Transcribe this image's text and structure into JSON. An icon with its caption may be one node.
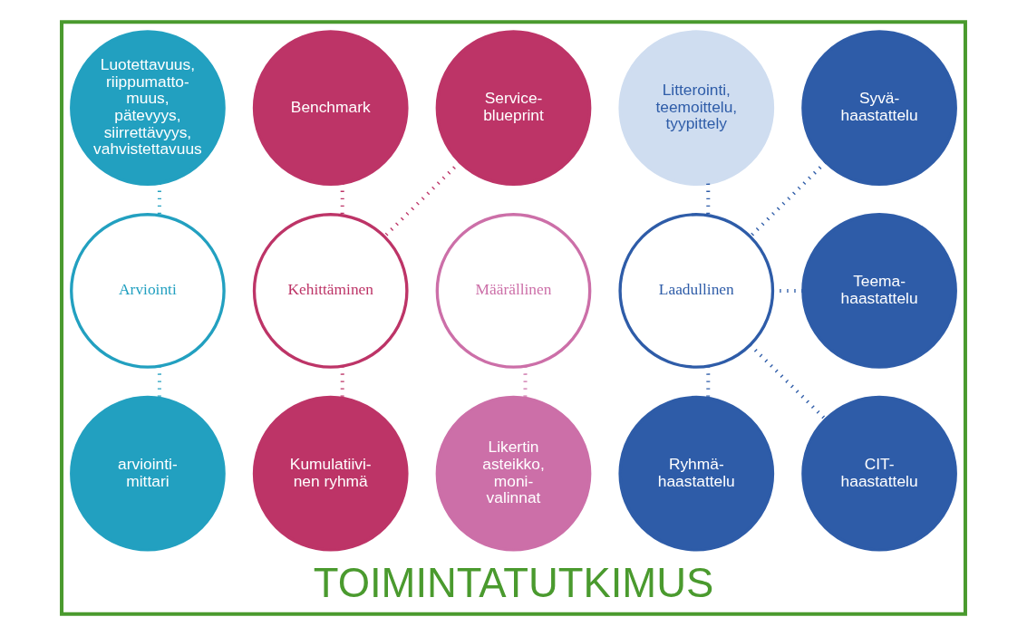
{
  "diagram": {
    "nodes": [
      {
        "text": [
          "TOIMINTATUTKIMUS"
        ]
      },
      {
        "text": [
          "Syvä- haastattelu"
        ],
        "in": 0
      },
      {
        "text": [
          "Litterointi, teemoittelu, tyypittely"
        ],
        "in": 0
      },
      {
        "text": [
          "Service- blueprint"
        ],
        "in": 0
      },
      {
        "text": [
          "Benchmark"
        ],
        "in": 0
      },
      {
        "text": [
          "Luotettavuus, riippumatto- muus, pätevyys, siirrettävyys, vahvistettavuus"
        ],
        "in": 0
      },
      {
        "text": [
          "Teema- haastattelu"
        ],
        "in": 0
      },
      {
        "text": [
          "Laadullinen"
        ],
        "in": 0
      },
      {
        "text": [
          "Määrällinen"
        ],
        "in": 0
      },
      {
        "text": [
          "Kehittäminen"
        ],
        "in": 0
      },
      {
        "text": [
          "Arviointi"
        ],
        "in": 0
      },
      {
        "text": [
          "CIT- haastattelu"
        ],
        "in": 0
      },
      {
        "text": [
          "Ryhmä- haastattelu"
        ],
        "in": 0
      },
      {
        "text": [
          "Likertin asteikko, moni- valinnat"
        ],
        "in": 0
      },
      {
        "text": [
          "Kumulatiivi- nen ryhmä"
        ],
        "in": 0
      },
      {
        "text": [
          "arviointi- mittari"
        ],
        "in": 0
      }
    ],
    "edges": [
      {
        "from": 1,
        "to": 7,
        "arrow": "none",
        "style": "dashed"
      },
      {
        "from": 2,
        "to": 7,
        "arrow": "none",
        "style": "dashed"
      },
      {
        "from": 6,
        "to": 7,
        "arrow": "none",
        "style": "dashed"
      },
      {
        "from": 7,
        "to": 11,
        "arrow": "none",
        "style": "dashed"
      },
      {
        "from": 7,
        "to": 12,
        "arrow": "none",
        "style": "dashed"
      },
      {
        "from": 8,
        "to": 13,
        "arrow": "none",
        "style": "dashed",
        "color": "#cc6fa8"
      },
      {
        "from": 3,
        "to": 9,
        "arrow": "none",
        "style": "dashed",
        "color": "#bd3467"
      },
      {
        "from": 4,
        "to": 9,
        "arrow": "none",
        "style": "dashed",
        "color": "#bd3467"
      },
      {
        "from": 9,
        "to": 14,
        "arrow": "none",
        "style": "dashed",
        "color": "#bd3467"
      },
      {
        "from": 5,
        "to": 10,
        "arrow": "none",
        "style": "dashed",
        "color": "#22a0c0"
      },
      {
        "from": 10,
        "to": 15,
        "arrow": "none",
        "style": "dashed",
        "color": "#22a0c0"
      }
    ]
  }
}
